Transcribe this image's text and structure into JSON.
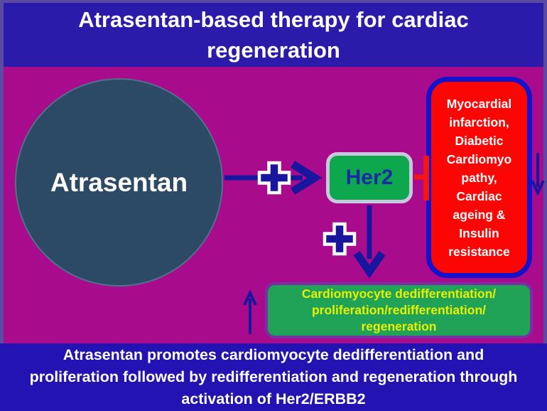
{
  "title": {
    "lines": [
      "Atrasentan-based therapy for cardiac",
      "regeneration"
    ]
  },
  "diagram": {
    "atrasentan_label": "Atrasentan",
    "her2_label": "Her2",
    "disease_lines": [
      "Myocardial",
      "infarction,",
      "Diabetic",
      "Cardiomyo",
      "pathy,",
      "Cardiac",
      "ageing &",
      "Insulin",
      "resistance"
    ],
    "outcome_lines": [
      "Cardiomyocyte dedifferentiation/",
      "proliferation/redifferentiation/",
      "regeneration"
    ],
    "icons": {
      "activation_plus": "plus-icon",
      "activation_arrow": "right-arrow-icon",
      "downstream_plus": "plus-icon",
      "downstream_arrow": "down-arrow-icon",
      "inhibition_connector": "t-bar-inhibition-icon",
      "disease_decrease_arrow": "down-arrow-icon",
      "regeneration_increase_arrow": "up-arrow-icon"
    }
  },
  "caption": {
    "lines": [
      "Atrasentan promotes cardiomyocyte dedifferentiation and",
      "proliferation followed by redifferentiation and regeneration through",
      "activation of Her2/ERBB2"
    ]
  },
  "colors": {
    "outer_frame": "#5A4AA4",
    "title_banner": "#2B1BAA",
    "caption_banner": "#2213B2",
    "background_magenta": "#A80C8C",
    "atrasentan_circle": "#2C4966",
    "arrow_blue": "#18169E",
    "her2_fill": "#0DA74E",
    "her2_border": "#C9C6DE",
    "her2_text": "#1B2BA8",
    "disease_fill": "#FB0505",
    "disease_border": "#1313CE",
    "inhibition_red": "#F41414",
    "outcome_fill": "#20A356",
    "outcome_border": "#7A2FA4",
    "outcome_text": "#E8F103",
    "text_white": "#FFFFFF"
  }
}
